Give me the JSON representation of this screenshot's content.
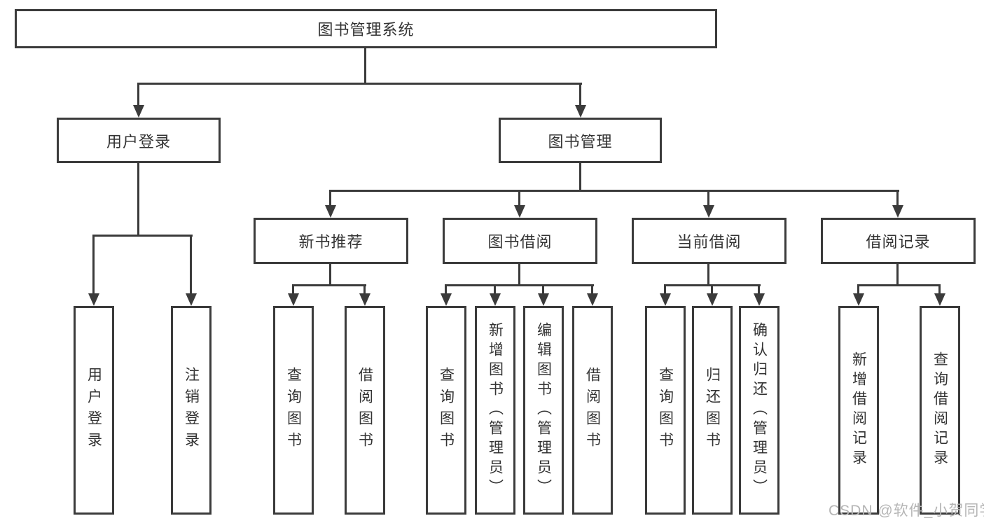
{
  "diagram_type": "hierarchy-tree",
  "colors": {
    "line": "#3b3b3b",
    "box_border": "#3b3b3b",
    "text": "#333333",
    "background": "#ffffff",
    "watermark": "#b5b5b5"
  },
  "tree": {
    "root": "图书管理系统",
    "branches": [
      {
        "label": "用户登录",
        "children": [
          "用户登录",
          "注销登录"
        ]
      },
      {
        "label": "图书管理",
        "groups": [
          {
            "label": "新书推荐",
            "children": [
              "查询图书",
              "借阅图书"
            ]
          },
          {
            "label": "图书借阅",
            "children": [
              "查询图书",
              "新增图书（管理员）",
              "编辑图书（管理员）",
              "借阅图书"
            ]
          },
          {
            "label": "当前借阅",
            "children": [
              "查询图书",
              "归还图书",
              "确认归还（管理员）"
            ]
          },
          {
            "label": "借阅记录",
            "children": [
              "新增借阅记录",
              "查询借阅记录"
            ]
          }
        ]
      }
    ]
  },
  "watermark": "CSDN @软件_小贺同学"
}
